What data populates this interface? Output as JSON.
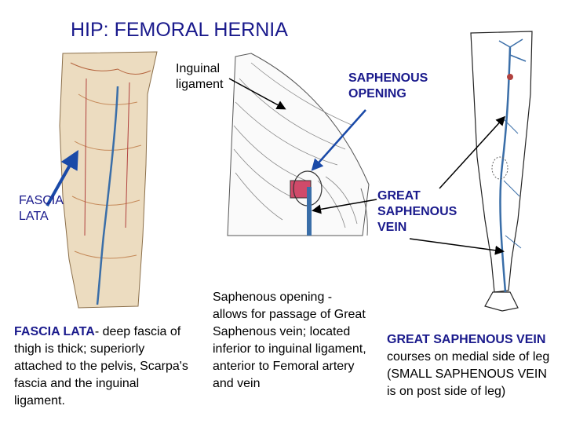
{
  "slide": {
    "title": "HIP: FEMORAL HERNIA",
    "labels": {
      "inguinal_ligament": [
        "Inguinal",
        "ligament"
      ],
      "saphenous_opening": [
        "SAPHENOUS",
        "OPENING"
      ],
      "fascia_lata": [
        "FASCIA",
        "LATA"
      ],
      "great_saphenous_vein": [
        "GREAT",
        "SAPHENOUS",
        "VEIN"
      ]
    },
    "notes": {
      "fascia_lata": {
        "term": "FASCIA LATA",
        "text": "- deep fascia of thigh is thick; superiorly attached to the pelvis, Scarpa's fascia and the inguinal ligament."
      },
      "saphenous_opening": {
        "text": "Saphenous opening - allows for passage of Great Saphenous vein; located inferior to inguinal ligament, anterior to Femoral artery and vein"
      },
      "great_saphenous_vein": {
        "term": "GREAT SAPHENOUS VEIN",
        "text": " courses on medial side of leg (SMALL SAPHENOUS VEIN is on post side of leg)"
      }
    }
  },
  "colors": {
    "title": "#1a1a8c",
    "arrow_blue": "#1a4aa8",
    "vein": "#3a6ea8",
    "vessel_red": "#b0413e"
  }
}
